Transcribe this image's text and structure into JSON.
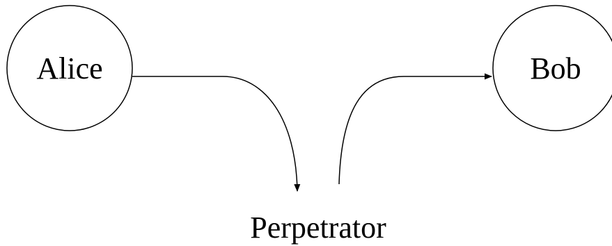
{
  "diagram": {
    "nodes": {
      "alice": {
        "label": "Alice"
      },
      "bob": {
        "label": "Bob"
      },
      "perpetrator": {
        "label": "Perpetrator"
      }
    },
    "edges": [
      {
        "from": "Alice",
        "to": "Perpetrator"
      },
      {
        "from": "Perpetrator",
        "to": "Bob"
      }
    ],
    "colors": {
      "stroke": "#000000",
      "background": "#ffffff"
    }
  }
}
